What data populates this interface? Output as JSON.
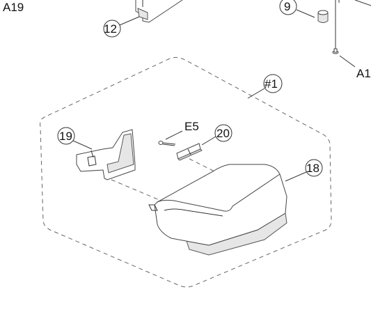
{
  "labels": {
    "a19": "A19",
    "p12": "12",
    "p9": "9",
    "a1": "A1",
    "assy": "#1",
    "e5": "E5",
    "p19": "19",
    "p20": "20",
    "p18": "18"
  }
}
